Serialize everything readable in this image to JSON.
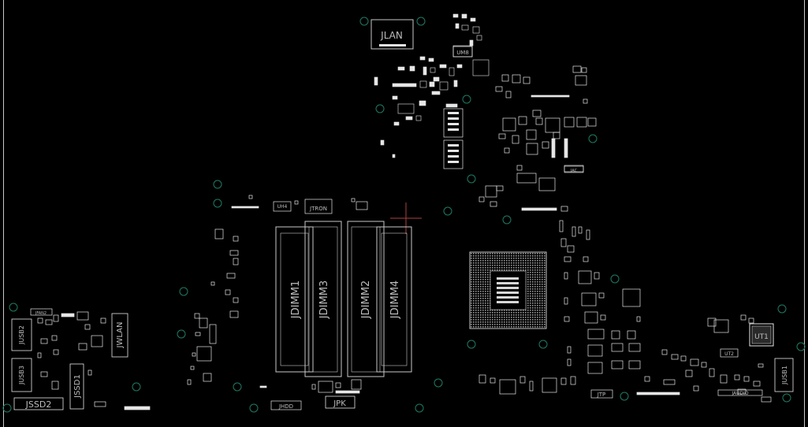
{
  "colors": {
    "background": "#000000",
    "outline": "#c8c8c8",
    "component": "#e6e6e6",
    "mount_hole": "#1f7a63",
    "label": "#bdbdbd",
    "cursor": "#b04040"
  },
  "labels": {
    "jlan": "JLAN",
    "um8": "UM8",
    "uh4": "UH4",
    "jtron": "JTRON",
    "jdimm1": "JDIMM1",
    "jdimm3": "JDIMM3",
    "jdimm2": "JDIMM2",
    "jdimm4": "JDIMM4",
    "jfan2": "JFAN2",
    "jusb2": "JUSB2",
    "jusb3": "JUSB3",
    "jssd2": "JSSD2",
    "jssd1": "JSSD1",
    "jwlan": "JWLAN",
    "jhdd": "JHDD",
    "jpk": "JPK",
    "jtp": "JTP",
    "jaudio": "JAUDIO",
    "ut1": "UT1",
    "ut2": "UT2",
    "jusb1": "JUSB1",
    "jac": "JAC"
  }
}
